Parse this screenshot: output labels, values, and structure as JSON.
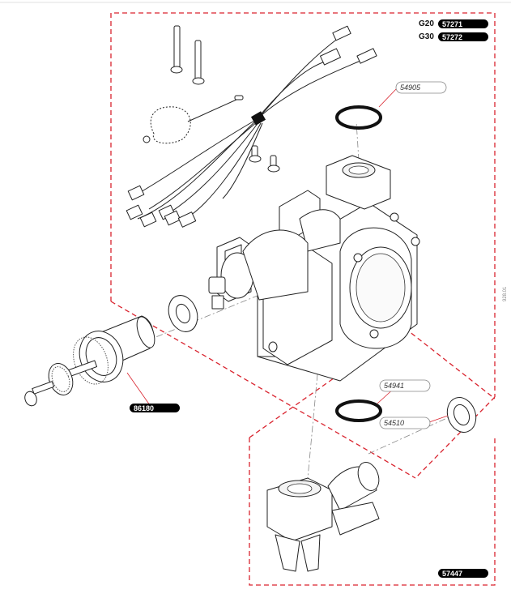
{
  "header": {
    "g20_label": "G20",
    "g20_part": "57271",
    "g30_label": "G30",
    "g30_part": "57272"
  },
  "parts": {
    "oring_top_ref": "54905",
    "oring_bottom_ref": "54941",
    "washer_ref": "54510",
    "knob_assembly": "86180",
    "outlet_elbow": "57447"
  },
  "side_code": "928.01",
  "colors": {
    "dashed_outline": "#d9232e",
    "pill_fill": "#000000",
    "line": "#222222"
  }
}
